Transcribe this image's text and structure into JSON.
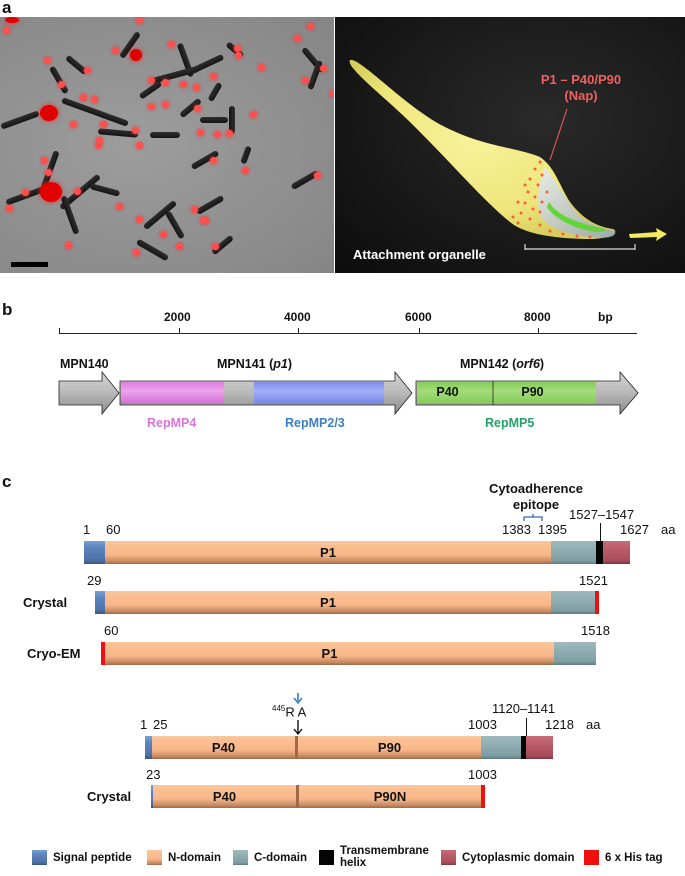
{
  "panels": {
    "a": {
      "letter": "a",
      "photo_labels": {
        "nap_line1": "P1 – P40/P90",
        "nap_line2": "(Nap)",
        "attachment": "Attachment organelle"
      }
    },
    "b": {
      "letter": "b",
      "axis": {
        "unit": "bp",
        "ticks": [
          {
            "label": "",
            "value": 0
          },
          {
            "label": "2000",
            "value": 2000
          },
          {
            "label": "4000",
            "value": 4000
          },
          {
            "label": "6000",
            "value": 6000
          },
          {
            "label": "8000",
            "value": 8000
          }
        ]
      },
      "genes": [
        {
          "name": "MPN140",
          "italic": ""
        },
        {
          "name": "MPN141 (",
          "italic": "p1",
          "suffix": ")"
        },
        {
          "name": "MPN142 (",
          "italic": "orf6",
          "suffix": ")"
        }
      ],
      "orf6_segments": [
        "P40",
        "P90"
      ],
      "repeats": [
        {
          "label": "RepMP4",
          "color": "#d776d7"
        },
        {
          "label": "RepMP2/3",
          "color": "#3a7ec4"
        },
        {
          "label": "RepMP5",
          "color": "#25a06a"
        }
      ],
      "colors": {
        "gray": "#b4b4b4",
        "repmp4_fill": "#e690e6",
        "repmp23_fill": "#8a98f0",
        "green_fill": "#90d665"
      }
    },
    "c": {
      "letter": "c",
      "epitope": {
        "line1": "Cytoadherence",
        "line2": "epitope",
        "start": "1383",
        "end": "1395"
      },
      "p1_full": {
        "labels": {
          "start": "1",
          "signal_end": "60",
          "tm": "1527–1547",
          "end": "1627",
          "unit": "aa"
        },
        "domain_label": "P1"
      },
      "p1_crystal": {
        "row": "Crystal",
        "start": "29",
        "end": "1521",
        "domain_label": "P1"
      },
      "p1_cryoem": {
        "row": "Cryo-EM",
        "start": "60",
        "end": "1518",
        "domain_label": "P1"
      },
      "p40p90_full": {
        "labels": {
          "start": "1",
          "signal_end": "25",
          "cleavage_sup": "445",
          "cleavage_text": "R A",
          "n_end": "1003",
          "tm": "1120–1141",
          "end": "1218",
          "unit": "aa"
        },
        "domain_labels": [
          "P40",
          "P90"
        ]
      },
      "p40p90_crystal": {
        "row": "Crystal",
        "start": "23",
        "end": "1003",
        "domain_labels": [
          "P40",
          "P90N"
        ]
      }
    }
  },
  "legend": [
    {
      "label": "Signal peptide",
      "color": "#5b84bd"
    },
    {
      "label": "N-domain",
      "color": "#f8b78a"
    },
    {
      "label": "C-domain",
      "color": "#8fadb2"
    },
    {
      "label": "Transmembrane helix",
      "color": "#050505"
    },
    {
      "label": "Cytoplasmic domain",
      "color": "#b95a68"
    },
    {
      "label": "6 x His tag",
      "color": "#ee1010"
    }
  ]
}
